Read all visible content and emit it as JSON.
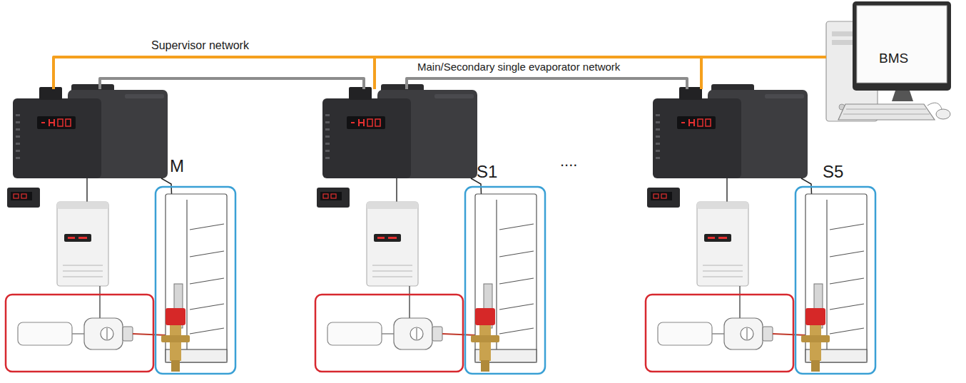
{
  "diagram": {
    "nodes": [
      {
        "text": [
          "M"
        ]
      },
      {
        "text": [
          "S1"
        ]
      },
      {
        "text": [
          "S5"
        ]
      },
      {
        "text": [
          "BMS"
        ]
      }
    ],
    "edges": [
      {
        "from": 0,
        "to": 3,
        "arrow": "none",
        "label": "Supervisor network"
      },
      {
        "from": 1,
        "to": 3,
        "arrow": "none"
      },
      {
        "from": 2,
        "to": 3,
        "arrow": "none"
      },
      {
        "from": 0,
        "to": 1,
        "arrow": "none"
      },
      {
        "from": 1,
        "to": 2,
        "arrow": "none",
        "label": "Main/Secondary single evaporator network"
      }
    ],
    "labels": [
      "...."
    ]
  }
}
